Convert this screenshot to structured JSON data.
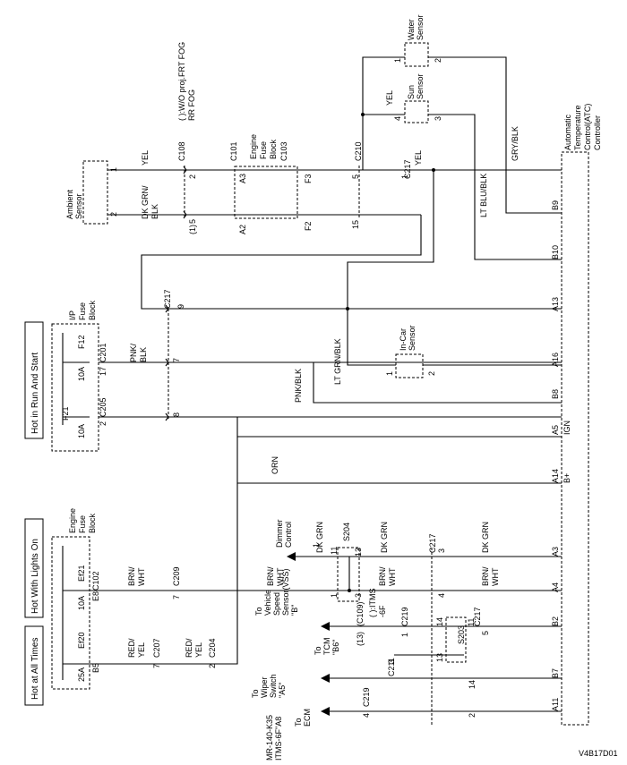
{
  "diagram": {
    "code": "V4B17D01",
    "controller": [
      "Automatic",
      "Temperature",
      "Control(ATC)",
      "Controller"
    ],
    "note": [
      "( ):W/O proj.FRT FOG",
      "RR FOG"
    ],
    "power": [
      "Hot in Run And Start",
      "Hot With Lights On",
      "Hot at All Times"
    ],
    "ip_fuse_block": [
      "I/P",
      "Fuse",
      "Block"
    ],
    "engine_fuse_block": [
      "Engine",
      "Fuse",
      "Block"
    ],
    "sensors": {
      "water": [
        "Water",
        "Sensor"
      ],
      "sun": [
        "Sun",
        "Sensor"
      ],
      "ambient": [
        "Ambient",
        "Sensor"
      ],
      "incar": [
        "In-Car",
        "Sensor"
      ]
    },
    "fuses": {
      "f12": "F12",
      "f12_amp": "10A",
      "f21": "F21",
      "f21_amp": "10A",
      "ef21": "Ef21",
      "ef21_amp": "10A",
      "ef20": "Ef20",
      "ef20_amp": "25A"
    },
    "pins": [
      "B9",
      "B10",
      "A13",
      "A16",
      "B8",
      "A5",
      "A14",
      "A3",
      "A4",
      "B2",
      "B7",
      "A11"
    ],
    "pin_suffix": {
      "ign": "IGN",
      "bplus": "B+"
    },
    "wires": {
      "yel": "YEL",
      "dk_grn_blk": [
        "DK GRN/",
        "BLK"
      ],
      "gry_blk": "GRY/BLK",
      "lt_blu_blk": "LT BLU/BLK",
      "lt_grn_blk": "LT GRN/BLK",
      "pnk_blk": "PNK/BLK",
      "pnk_blk_2": [
        "PNK/",
        "BLK"
      ],
      "orn": "ORN",
      "dk_grn": "DK GRN",
      "brn_wht": [
        "BRN/",
        "WHT"
      ],
      "red_yel": [
        "RED/",
        "YEL"
      ]
    },
    "connectors": {
      "c108": "C108",
      "c101": "C101",
      "c103": "C103",
      "c210": "C210",
      "c217": "C217",
      "c201": "C201",
      "c205": "C205",
      "c102": "C102",
      "c209": "C209",
      "c207": "C207",
      "c204": "C204",
      "c219": "C219",
      "c109": "(C109)",
      "c211": "C211",
      "c219b": "C219",
      "s204": "S204",
      "s203": "S203",
      "e8": "E8",
      "b5": "B5"
    },
    "pin_numbers": {
      "p1": "1",
      "p2": "2",
      "p3": "3",
      "p4": "4",
      "p5": "5",
      "p7": "7",
      "p8": "8",
      "p9": "9",
      "p11": "11",
      "p13": "13",
      "p14": "14",
      "p15": "15",
      "p17": "17",
      "p1paren": "(1)",
      "p13paren": "(13)",
      "a2": "A2",
      "a3": "A3",
      "f2": "F2",
      "f3": "F3"
    },
    "dimmer": [
      "Dimmer",
      "Control"
    ],
    "itms_note": [
      "( ):ITMS",
      "-6F"
    ],
    "destinations": {
      "vss": [
        "To",
        "Vehicle",
        "Speed",
        "Sensor(VSS)",
        "\"B\""
      ],
      "tcm": [
        "To",
        "TCM",
        "\"B6\""
      ],
      "wiper": [
        "To",
        "Wiper",
        "Switch",
        "\"A5\""
      ],
      "ecm": [
        "To",
        "ECM"
      ],
      "mr": [
        "MR-140-K35",
        "ITMS-6F\"A8"
      ]
    }
  }
}
